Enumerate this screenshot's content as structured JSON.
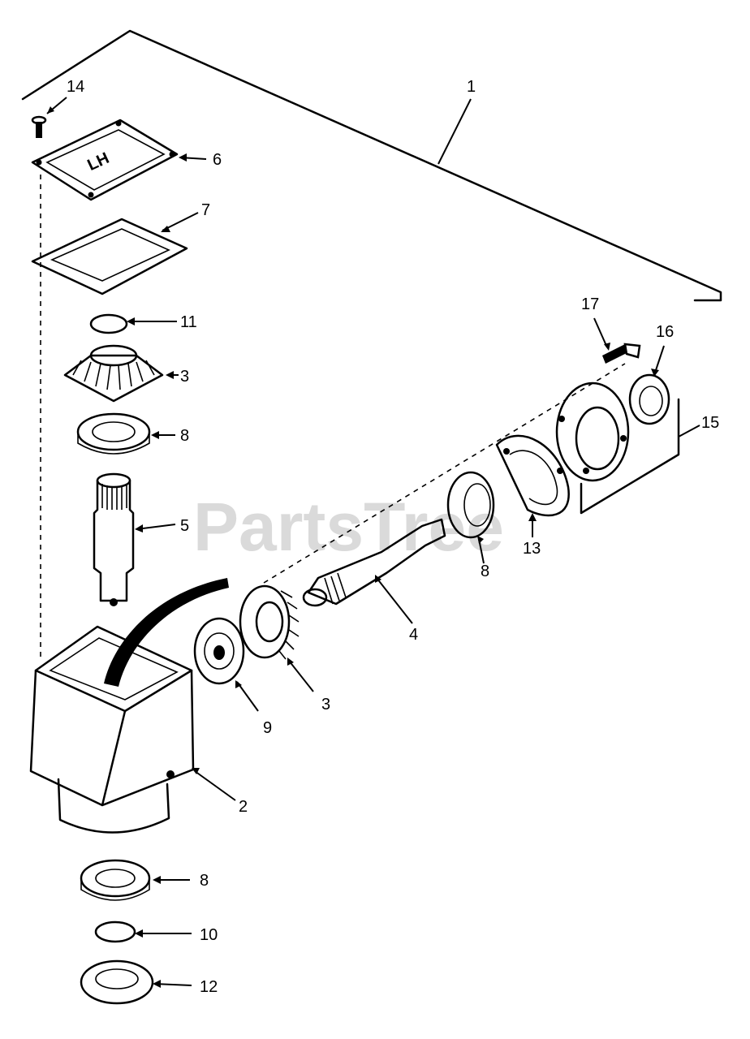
{
  "watermark": "PartsTree",
  "cover_marking": "LH",
  "callouts": {
    "assembly": "1",
    "housing": "2",
    "bevel_gear_top": "3",
    "bevel_gear_side": "3",
    "horizontal_shaft": "4",
    "vertical_shaft": "5",
    "cover": "6",
    "gasket": "7",
    "bearing_top": "8",
    "bearing_side": "8",
    "bearing_bottom": "8",
    "bearing_9": "9",
    "retaining_ring_10": "10",
    "retaining_ring_11": "11",
    "seal_12": "12",
    "shim_13": "13",
    "cover_screw": "14",
    "bearing_cap_assembly": "15",
    "seal_16": "16",
    "cap_screw": "17"
  }
}
